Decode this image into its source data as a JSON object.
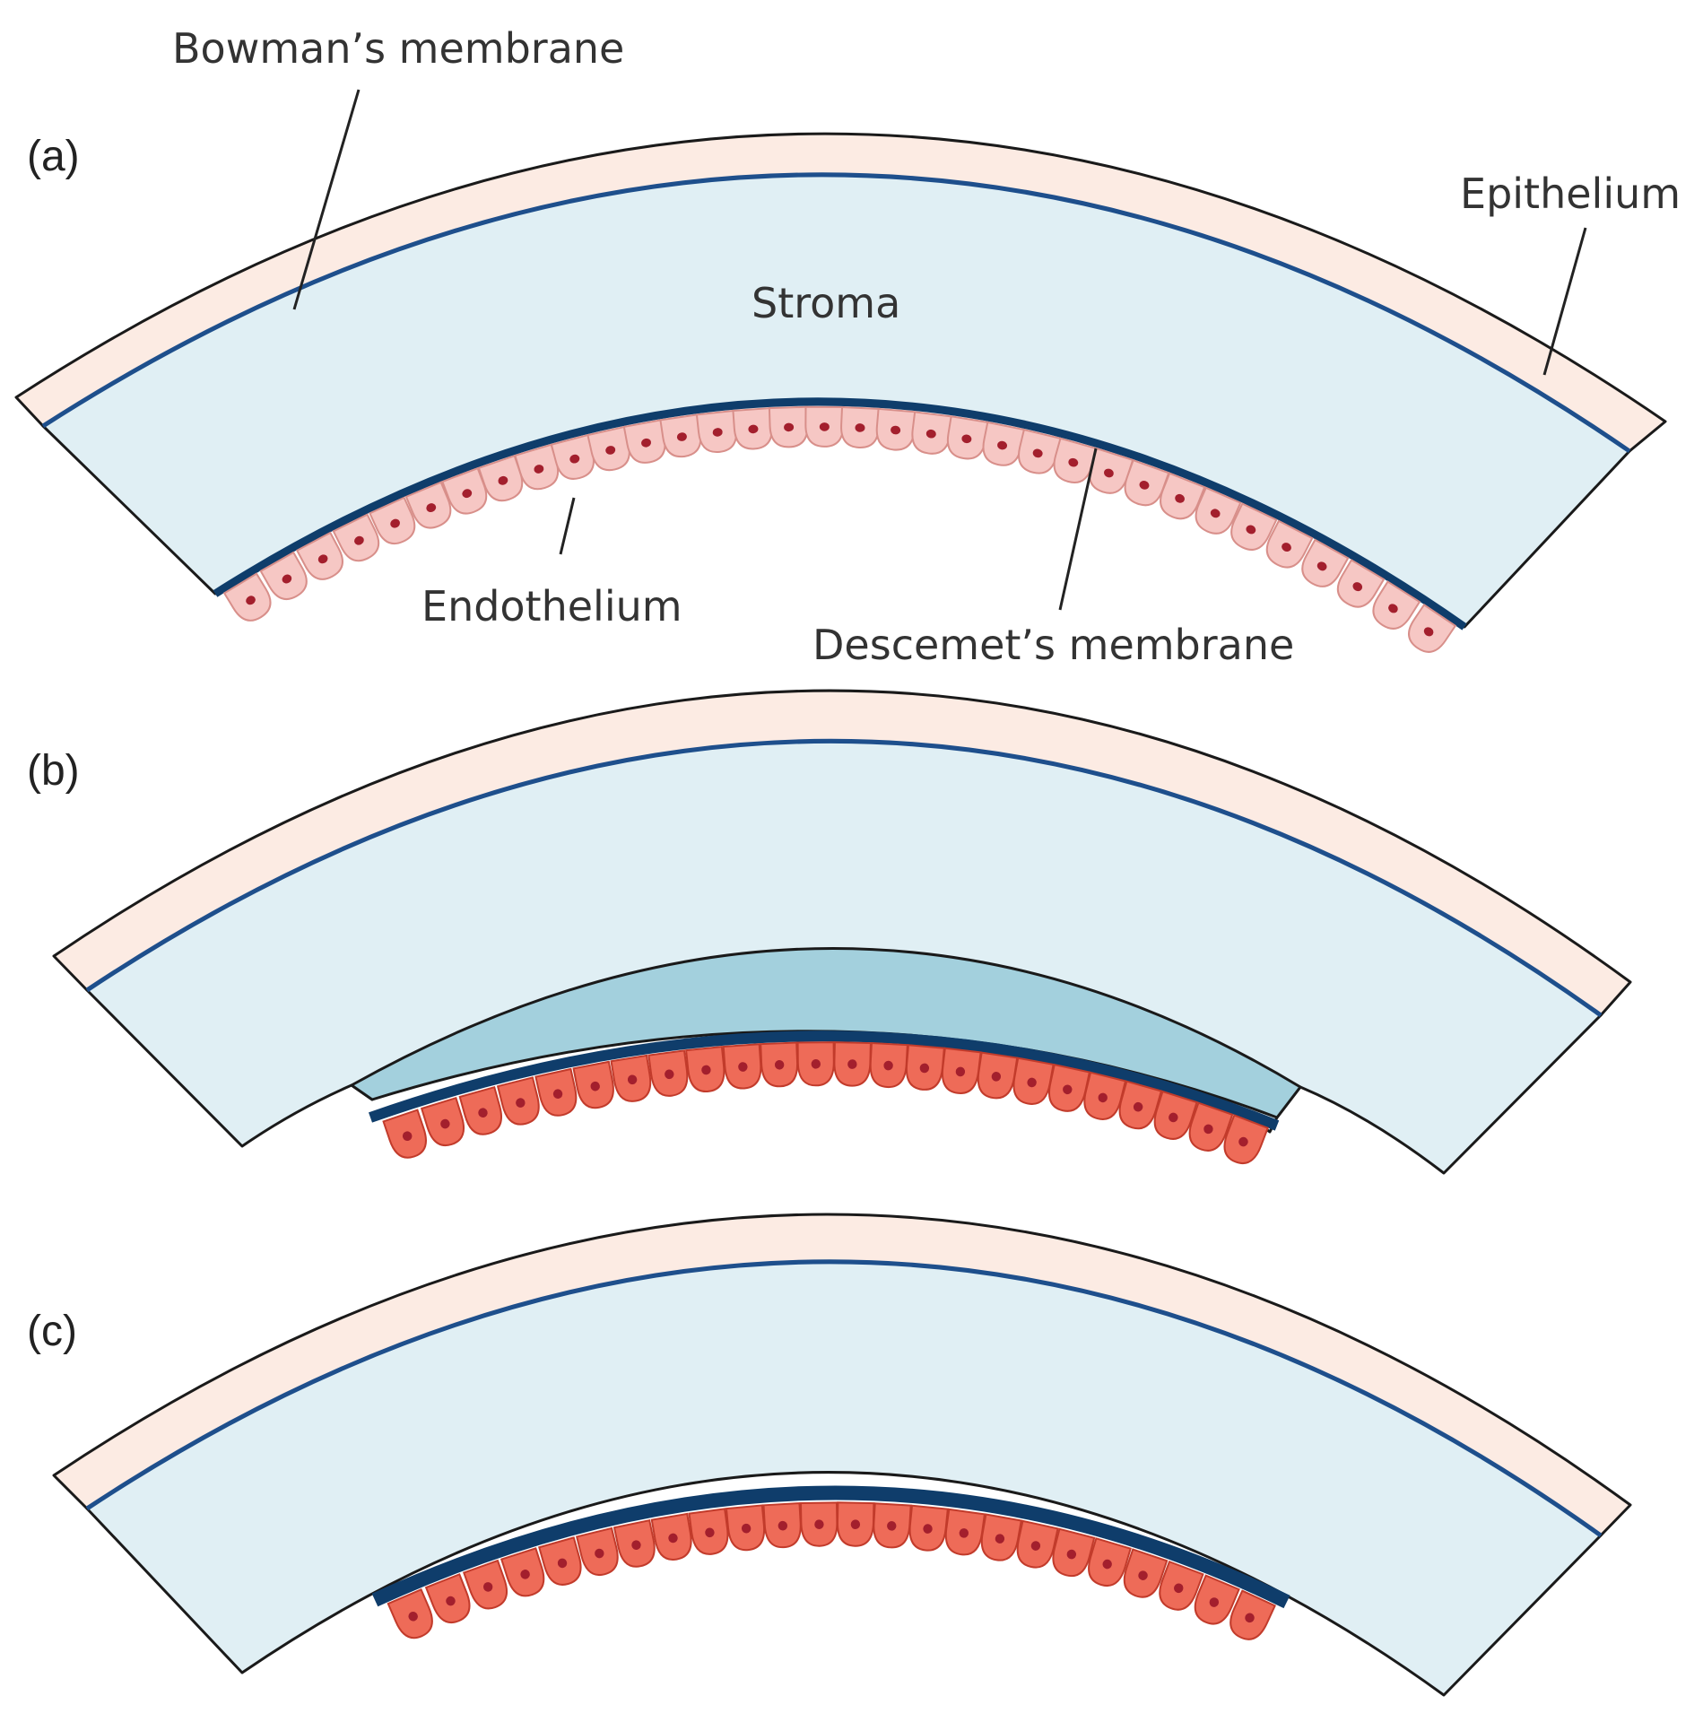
{
  "labels": {
    "bowman": "Bowman’s membrane",
    "epithelium": "Epithelium",
    "stroma": "Stroma",
    "endothelium": "Endothelium",
    "descemet": "Descemet’s membrane"
  },
  "panels": [
    {
      "id": "a",
      "label": "(a)",
      "graft": "none"
    },
    {
      "id": "b",
      "label": "(b)",
      "graft": "stroma-descemet-endothelium"
    },
    {
      "id": "c",
      "label": "(c)",
      "graft": "descemet-endothelium"
    }
  ],
  "colors": {
    "epithelium": "#fcebe3",
    "stroma": "#e0eff4",
    "bowman_line": "#1e4f8c",
    "descemet": "#0f3d6b",
    "graft_stroma": "#a3d0dd",
    "host_endothelium": "#f6c7c4",
    "host_endothelium_stroke": "#d88f8a",
    "graft_endothelium": "#ee6b58",
    "graft_endothelium_stroke": "#c23b2b",
    "nucleus": "#a31f2d",
    "outline": "#1a1a1a"
  }
}
